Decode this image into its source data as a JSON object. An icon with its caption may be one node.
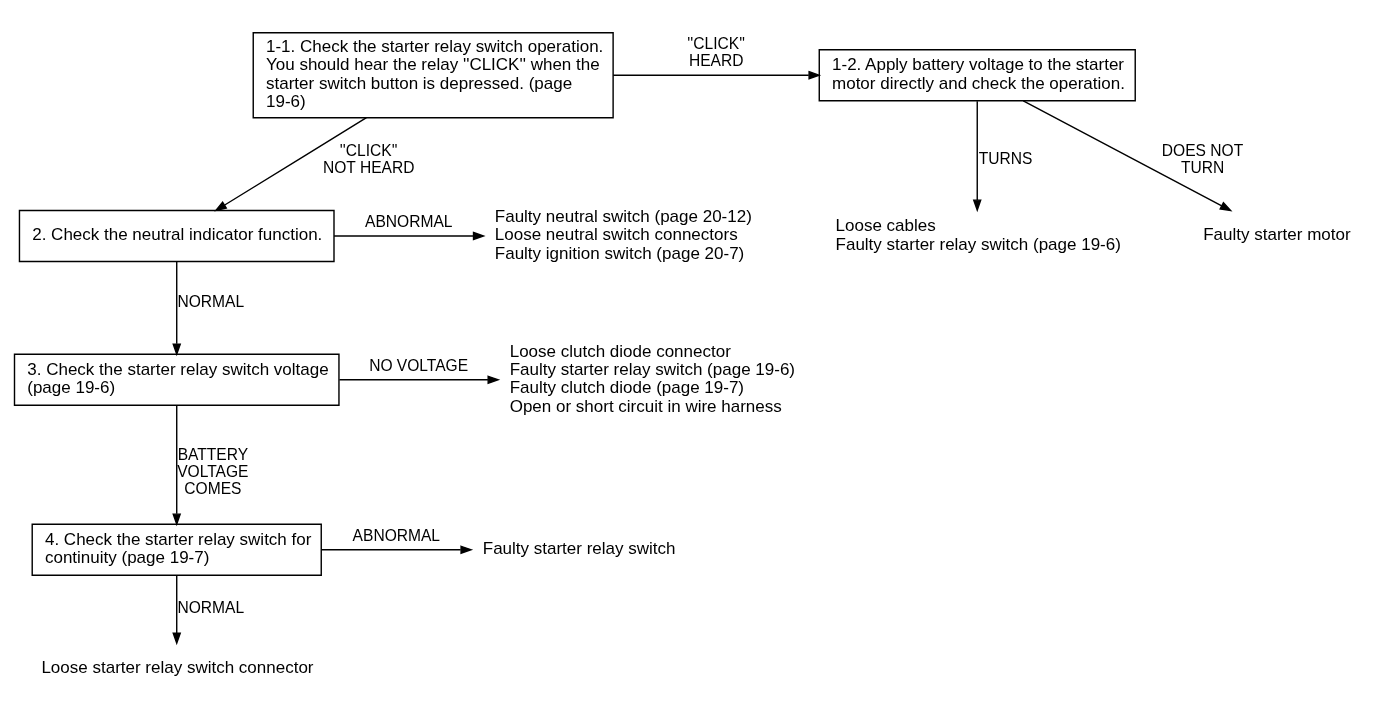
{
  "diagram": {
    "nodes": [
      {
        "text": [
          "1-1. Check the starter relay switch operation. You should hear the relay ''CLICK'' when the starter switch button is depressed. (page 19-6)"
        ]
      },
      {
        "text": [
          "1-2. Apply battery voltage to the starter motor directly and check the operation."
        ]
      },
      {
        "text": [
          "Loose cables",
          "Faulty starter relay switch (page 19-6)"
        ]
      },
      {
        "text": [
          "Faulty starter motor"
        ]
      },
      {
        "text": [
          "2. Check the neutral indicator function."
        ]
      },
      {
        "text": [
          "Faulty neutral switch (page 20-12)",
          "Loose neutral switch connectors",
          "Faulty ignition switch (page 20-7)"
        ]
      },
      {
        "text": [
          "3. Check the starter relay switch voltage (page 19-6)"
        ]
      },
      {
        "text": [
          "Loose clutch diode connector",
          "Faulty starter relay switch (page 19-6)",
          "Faulty clutch diode (page 19-7)",
          "Open or short circuit in wire harness"
        ]
      },
      {
        "text": [
          "4. Check the starter relay switch for continuity (page 19-7)"
        ]
      },
      {
        "text": [
          "Faulty starter relay switch"
        ]
      },
      {
        "text": [
          "Loose starter relay switch connector"
        ]
      }
    ],
    "edges": [
      {
        "from": 0,
        "to": 1,
        "arrow": "to",
        "label": "''CLICK'' HEARD"
      },
      {
        "from": 1,
        "to": 2,
        "arrow": "to",
        "label": "TURNS"
      },
      {
        "from": 1,
        "to": 3,
        "arrow": "to",
        "label": "DOES NOT TURN"
      },
      {
        "from": 0,
        "to": 4,
        "arrow": "to",
        "label": "''CLICK'' NOT HEARD"
      },
      {
        "from": 4,
        "to": 5,
        "arrow": "to",
        "label": "ABNORMAL"
      },
      {
        "from": 4,
        "to": 6,
        "arrow": "to",
        "label": "NORMAL"
      },
      {
        "from": 6,
        "to": 7,
        "arrow": "to",
        "label": "NO VOLTAGE"
      },
      {
        "from": 6,
        "to": 8,
        "arrow": "to",
        "label": "BATTERY VOLTAGE COMES"
      },
      {
        "from": 8,
        "to": 9,
        "arrow": "to",
        "label": "ABNORMAL"
      },
      {
        "from": 8,
        "to": 10,
        "arrow": "to",
        "label": "NORMAL"
      }
    ]
  }
}
